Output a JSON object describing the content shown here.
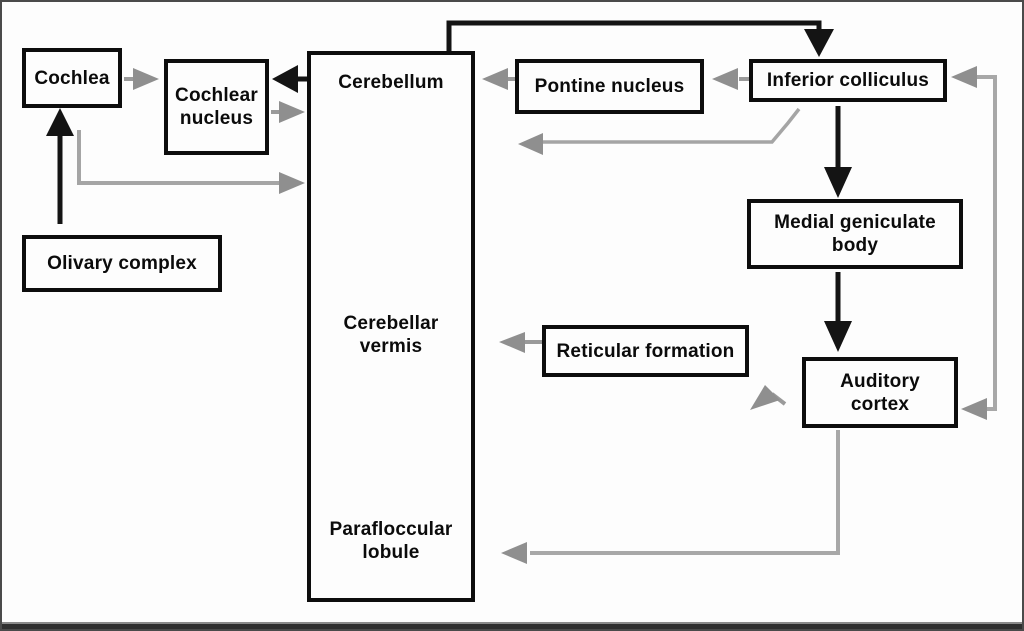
{
  "diagram": {
    "description": "Flow diagram of auditory and cerebellar pathways",
    "nodes": {
      "cochlea": {
        "label": "Cochlea"
      },
      "cochlear_nucleus": {
        "label": "Cochlear nucleus"
      },
      "cerebellum": {
        "label": "Cerebellum"
      },
      "cerebellar_vermis": {
        "label": "Cerebellar vermis"
      },
      "parafloccular_lobule": {
        "label": "Parafloccular lobule"
      },
      "olivary_complex": {
        "label": "Olivary complex"
      },
      "pontine_nucleus": {
        "label": "Pontine nucleus"
      },
      "inferior_colliculus": {
        "label": "Inferior colliculus"
      },
      "medial_geniculate_body": {
        "label": "Medial geniculate body"
      },
      "reticular_formation": {
        "label": "Reticular formation"
      },
      "auditory_cortex": {
        "label": "Auditory cortex"
      }
    },
    "edges": [
      {
        "from": "olivary_complex",
        "to": "cochlea",
        "color": "black"
      },
      {
        "from": "cochlea",
        "to": "cochlear_nucleus",
        "color": "gray"
      },
      {
        "from": "cerebellum",
        "to": "cochlear_nucleus",
        "color": "black"
      },
      {
        "from": "cochlear_nucleus",
        "to": "cerebellum",
        "color": "gray"
      },
      {
        "from": "olivary_complex",
        "to": "cerebellum",
        "color": "gray"
      },
      {
        "from": "cerebellum",
        "to": "inferior_colliculus",
        "color": "black"
      },
      {
        "from": "inferior_colliculus",
        "to": "pontine_nucleus",
        "color": "gray"
      },
      {
        "from": "pontine_nucleus",
        "to": "cerebellum",
        "color": "gray"
      },
      {
        "from": "inferior_colliculus",
        "to": "cerebellum",
        "color": "gray"
      },
      {
        "from": "inferior_colliculus",
        "to": "medial_geniculate_body",
        "color": "black"
      },
      {
        "from": "medial_geniculate_body",
        "to": "auditory_cortex",
        "color": "black"
      },
      {
        "from": "auditory_cortex",
        "to": "inferior_colliculus",
        "color": "gray"
      },
      {
        "from": "inferior_colliculus",
        "to": "auditory_cortex",
        "color": "gray"
      },
      {
        "from": "reticular_formation",
        "to": "cerebellar_vermis",
        "color": "gray"
      },
      {
        "from": "auditory_cortex",
        "to": "reticular_formation",
        "color": "gray"
      },
      {
        "from": "auditory_cortex",
        "to": "parafloccular_lobule",
        "color": "gray"
      }
    ],
    "colors": {
      "black_pathway": "#141414",
      "gray_pathway": "#9a9a9a",
      "box_border": "#0d0d0d",
      "background": "#fdfdfd"
    }
  }
}
